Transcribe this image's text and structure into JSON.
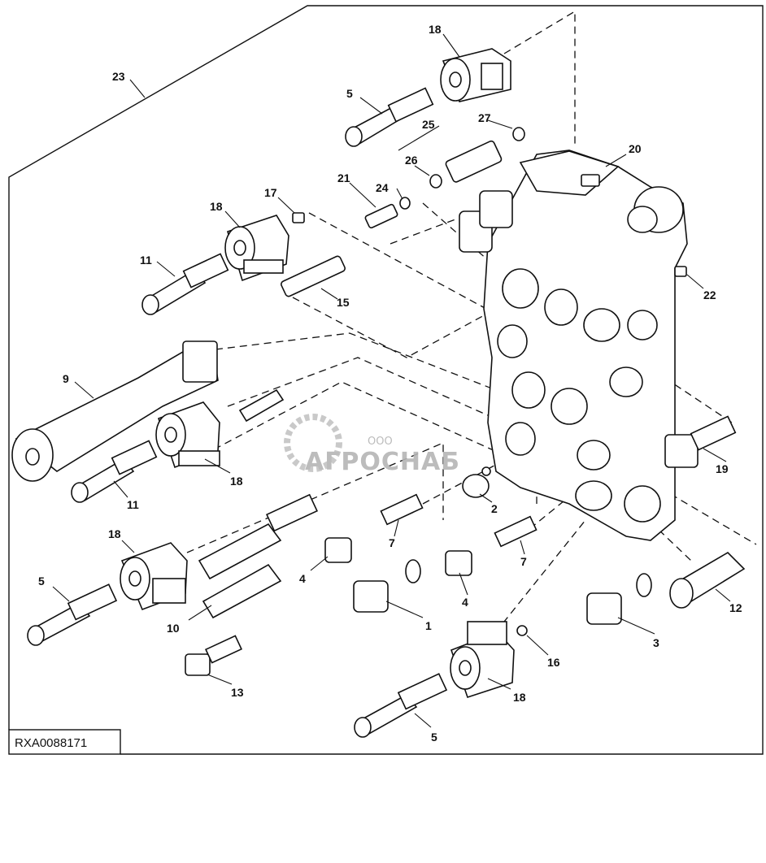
{
  "figure_ref": "RXA0088171",
  "watermark": {
    "brand": "АГРОСНАБ",
    "prefix": "ООО"
  },
  "callouts": [
    "1",
    "2",
    "3",
    "4",
    "4",
    "5",
    "5",
    "5",
    "7",
    "7",
    "9",
    "10",
    "11",
    "11",
    "12",
    "13",
    "15",
    "16",
    "17",
    "18",
    "18",
    "18",
    "18",
    "18",
    "19",
    "20",
    "21",
    "22",
    "23",
    "24",
    "25",
    "26",
    "27"
  ]
}
